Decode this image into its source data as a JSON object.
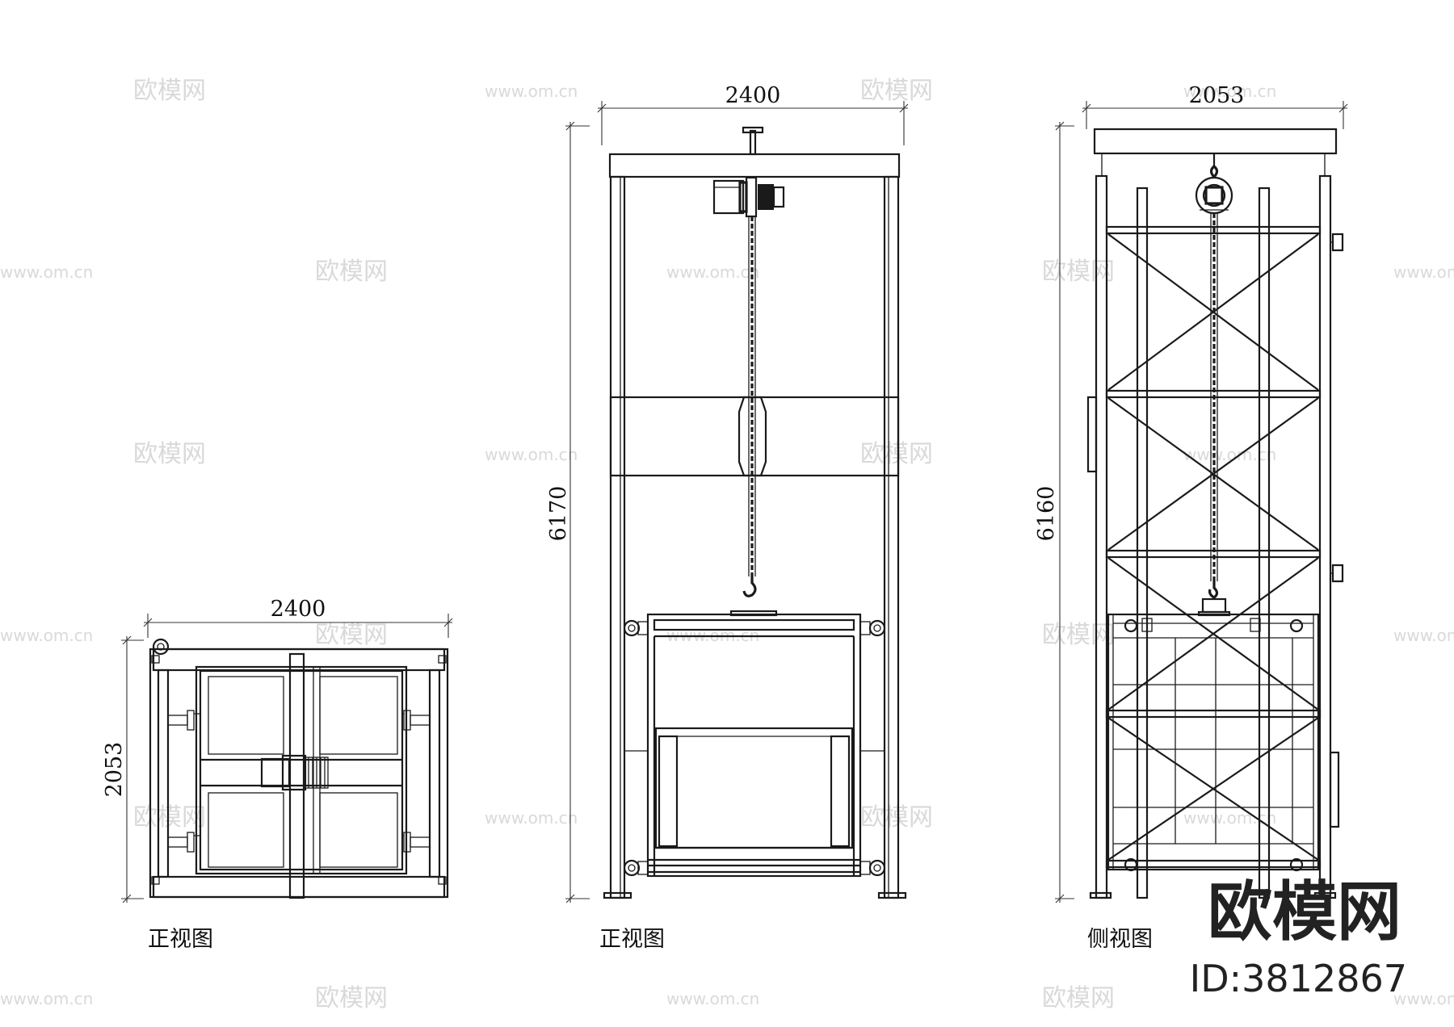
{
  "views": {
    "top": {
      "caption": "正视图",
      "dim_width": "2400",
      "dim_height": "2053"
    },
    "front": {
      "caption": "正视图",
      "dim_width": "2400",
      "dim_height": "6170"
    },
    "side": {
      "caption": "侧视图",
      "dim_width": "2053",
      "dim_height": "6160"
    }
  },
  "watermark": {
    "site_text": "www.om.cn",
    "brand_text": "欧模网"
  },
  "brand": {
    "name": "欧模网",
    "id_label": "ID:3812867"
  }
}
